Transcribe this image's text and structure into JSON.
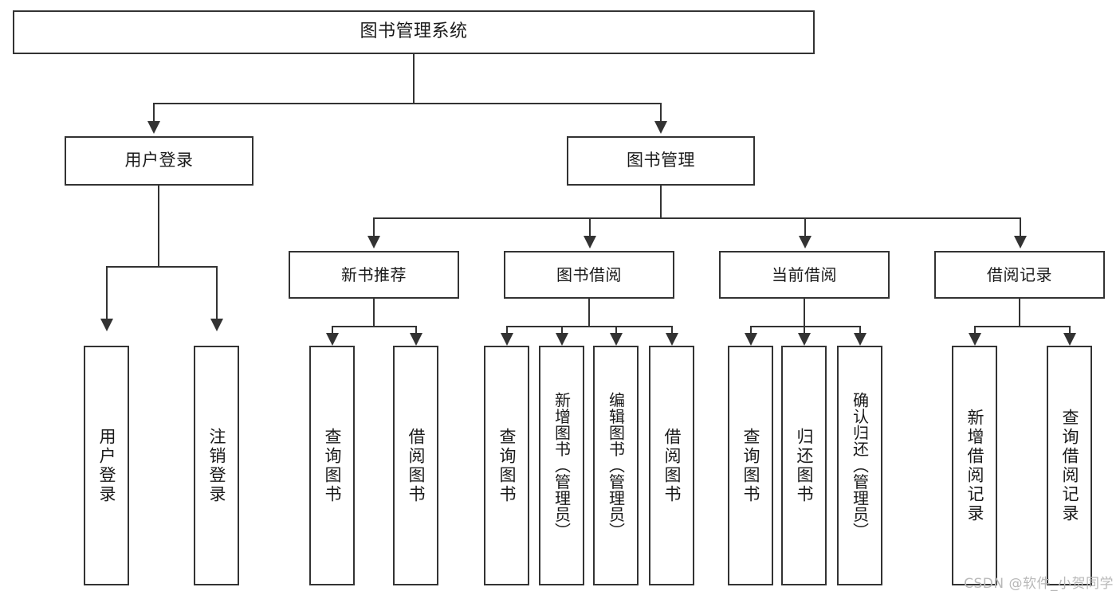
{
  "diagram": {
    "title": "图书管理系统",
    "watermark": "CSDN @软件_小贺同学",
    "root": {
      "label": "图书管理系统"
    },
    "level2": [
      {
        "label": "用户登录"
      },
      {
        "label": "图书管理"
      }
    ],
    "level3": [
      {
        "label": "新书推荐"
      },
      {
        "label": "图书借阅"
      },
      {
        "label": "当前借阅"
      },
      {
        "label": "借阅记录"
      }
    ],
    "leaves": {
      "user_login": [
        {
          "label": "用户登录"
        },
        {
          "label": "注销登录"
        }
      ],
      "new_book": [
        {
          "label": "查询图书"
        },
        {
          "label": "借阅图书"
        }
      ],
      "book_borrow": [
        {
          "label": "查询图书"
        },
        {
          "label": "新增图书（管理员）"
        },
        {
          "label": "编辑图书（管理员）"
        },
        {
          "label": "借阅图书"
        }
      ],
      "current_borrow": [
        {
          "label": "查询图书"
        },
        {
          "label": "归还图书"
        },
        {
          "label": "确认归还（管理员）"
        }
      ],
      "borrow_record": [
        {
          "label": "新增借阅记录"
        },
        {
          "label": "查询借阅记录"
        }
      ]
    }
  },
  "colors": {
    "stroke": "#333333",
    "fill": "#ffffff",
    "text": "#1a1a1a",
    "watermark": "#b8b8b8"
  }
}
